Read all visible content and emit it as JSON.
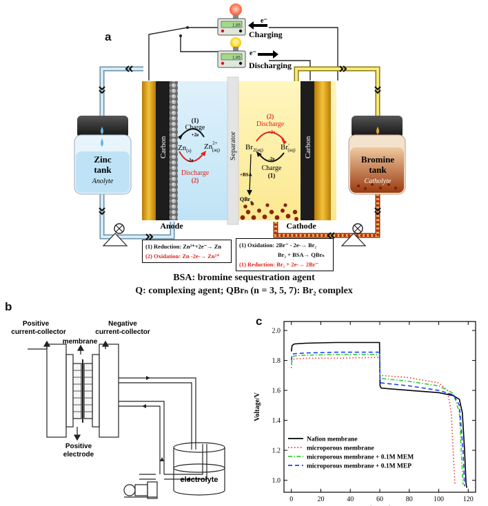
{
  "panels": {
    "a": "a",
    "b": "b",
    "c": "c"
  },
  "panel_a": {
    "charging": "Charging",
    "discharging": "Discharging",
    "electron": "e⁻",
    "meter_reading": "1.85",
    "zinc_tank": {
      "title": "Zinc\ntank",
      "line1": "Zinc",
      "line2": "tank",
      "subtitle": "Anolyte"
    },
    "bromine_tank": {
      "line1": "Bromine",
      "line2": "tank",
      "subtitle": "Catholyte"
    },
    "carbon_left": "Carbon",
    "carbon_right": "Carbon",
    "separator": "Separator",
    "anode": "Anode",
    "cathode": "Cathode",
    "anode_cycle": {
      "charge_num": "(1)",
      "charge": "Charge",
      "plus2e": "+2e",
      "zn_s": "Zn",
      "zn_s_sub": "(s)",
      "zn_aq": "Zn",
      "zn_aq_sup": "2+",
      "zn_aq_sub": "(aq)",
      "minus2e": "-2e",
      "discharge": "Discharge",
      "discharge_num": "(2)"
    },
    "cathode_cycle": {
      "discharge_num": "(2)",
      "discharge": "Discharge",
      "plus2e": "+2e",
      "br2": "Br",
      "br2_sub": "2(aq)",
      "br": "Br",
      "br_sup": "-",
      "br_sub": "(aq)",
      "minus2e": "-2e",
      "charge": "Charge",
      "charge_num": "(1)",
      "bsa": "+BSA",
      "qbr": "QBr",
      "qbr_sub": "n"
    },
    "anode_box": {
      "line1": "(1) Reduction: Zn²⁺+2e⁻→ Zn",
      "line2": "(2) Oxidation: Zn -2e-→ Zn²⁺"
    },
    "cathode_box": {
      "line1": "(1) Oxidation: 2Br⁻ - 2e-→ Br₂",
      "line2": "Br₂ + BSA→ QBrₙ",
      "line3": "(1) Reduction: Br₂ + 2e-→ 2Br⁻"
    },
    "caption1": "BSA: bromine sequestration agent",
    "caption2": "Q: complexing agent; QBrₙ (n = 3, 5, 7): Br₂ complex"
  },
  "panel_b": {
    "positive_cc": "Positive\ncurrent-collector",
    "positive_cc_l1": "Positive",
    "positive_cc_l2": "current-collector",
    "membrane": "membrane",
    "negative_cc_l1": "Negative",
    "negative_cc_l2": "current-collector",
    "positive_electrode_l1": "Positive",
    "positive_electrode_l2": "electrode",
    "electrolyte": "electrolyte"
  },
  "chart_data": {
    "type": "line",
    "xlabel": "Time/min",
    "ylabel": "Voltage/V",
    "xlim": [
      -5,
      125
    ],
    "ylim": [
      0.92,
      2.06
    ],
    "xticks": [
      0,
      20,
      40,
      60,
      80,
      100,
      120
    ],
    "yticks": [
      1.0,
      1.2,
      1.4,
      1.6,
      1.8,
      2.0
    ],
    "legend_position": "bottom-left",
    "grid": false,
    "series": [
      {
        "name": "Nafion membrane",
        "color": "#000000",
        "dash": "solid",
        "x": [
          0,
          0.5,
          2,
          10,
          30,
          59.8,
          60.2,
          61,
          80,
          100,
          110,
          114,
          116,
          117.5,
          118.5,
          119
        ],
        "y": [
          1.86,
          1.9,
          1.91,
          1.915,
          1.92,
          1.92,
          1.63,
          1.615,
          1.6,
          1.585,
          1.565,
          1.54,
          1.45,
          1.2,
          0.98,
          0.95
        ]
      },
      {
        "name": "microporous membrane",
        "color": "#e8302a",
        "dash": "dot",
        "x": [
          0,
          0.5,
          2,
          10,
          30,
          59.8,
          60.2,
          61,
          80,
          100,
          106,
          108.5,
          110,
          111
        ],
        "y": [
          1.75,
          1.8,
          1.81,
          1.815,
          1.815,
          1.82,
          1.71,
          1.7,
          1.685,
          1.65,
          1.6,
          1.45,
          1.15,
          0.97
        ]
      },
      {
        "name": "microporous membrane + 0.1M MEM",
        "color": "#33cc33",
        "dash": "dashdot",
        "x": [
          0,
          0.5,
          2,
          10,
          30,
          59.8,
          60.2,
          61,
          80,
          100,
          110,
          114,
          115.5,
          116.5
        ],
        "y": [
          1.77,
          1.82,
          1.83,
          1.835,
          1.84,
          1.84,
          1.69,
          1.68,
          1.66,
          1.63,
          1.58,
          1.45,
          1.15,
          0.97
        ]
      },
      {
        "name": "microporous membrane + 0.1M MEP",
        "color": "#1a3cff",
        "dash": "dash",
        "x": [
          0,
          0.5,
          2,
          10,
          30,
          59.8,
          60.2,
          61,
          80,
          100,
          110,
          114,
          116.5,
          117.5
        ],
        "y": [
          1.8,
          1.84,
          1.845,
          1.85,
          1.855,
          1.855,
          1.66,
          1.65,
          1.63,
          1.6,
          1.57,
          1.5,
          1.2,
          0.96
        ]
      }
    ]
  }
}
